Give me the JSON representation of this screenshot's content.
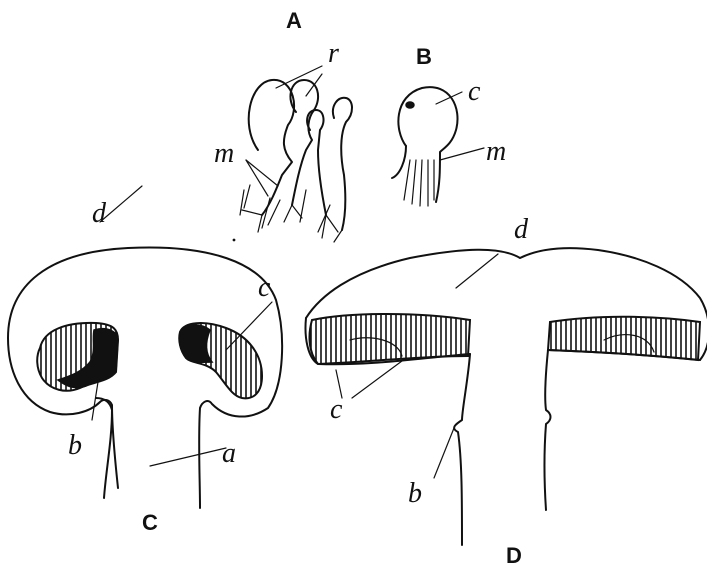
{
  "figure": {
    "panels": {
      "A": {
        "label": "A",
        "parts": {
          "r": "r",
          "m": "m"
        }
      },
      "B": {
        "label": "B",
        "parts": {
          "c": "c",
          "m": "m"
        }
      },
      "C": {
        "label": "C",
        "parts": {
          "d": "d",
          "c": "c",
          "b": "b",
          "a": "a"
        }
      },
      "D": {
        "label": "D",
        "parts": {
          "d": "d",
          "c": "c",
          "b": "b"
        }
      }
    }
  }
}
